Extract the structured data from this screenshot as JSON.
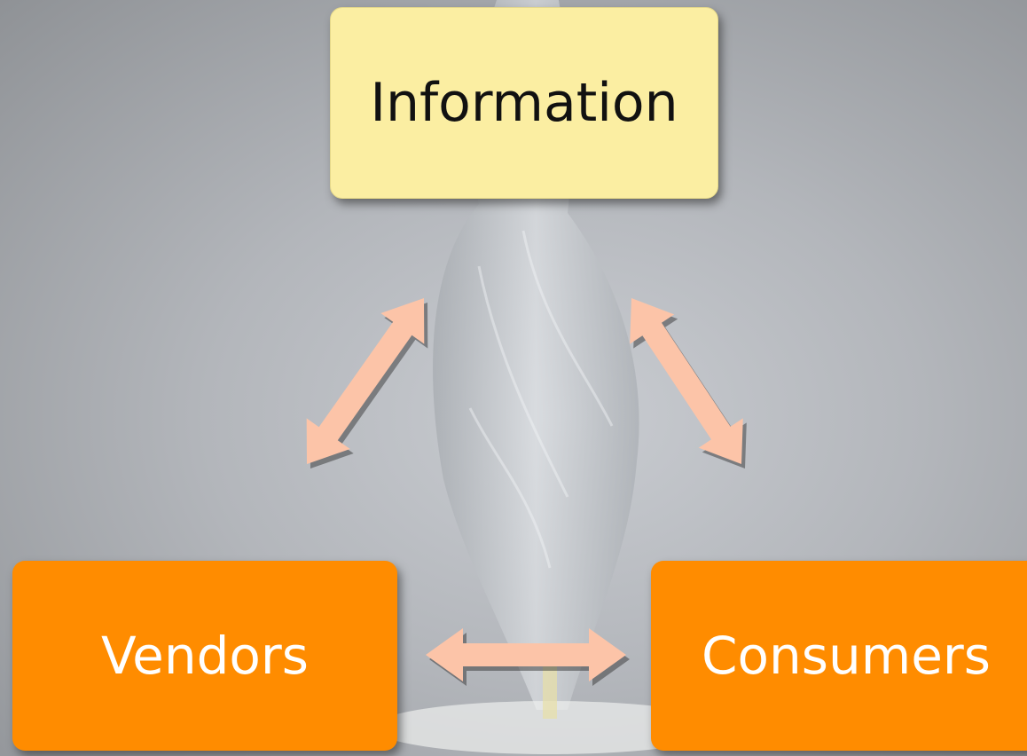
{
  "diagram": {
    "nodes": {
      "information": {
        "label": "Information",
        "color": "#fbeea2"
      },
      "vendors": {
        "label": "Vendors",
        "color": "#ff8c00"
      },
      "consumers": {
        "label": "Consumers",
        "color": "#ff8c00"
      }
    },
    "edges": [
      {
        "from": "information",
        "to": "vendors",
        "direction": "both"
      },
      {
        "from": "information",
        "to": "consumers",
        "direction": "both"
      },
      {
        "from": "vendors",
        "to": "consumers",
        "direction": "both"
      }
    ],
    "arrow_color": "#fcc4a8",
    "background_image": "water-splash"
  }
}
